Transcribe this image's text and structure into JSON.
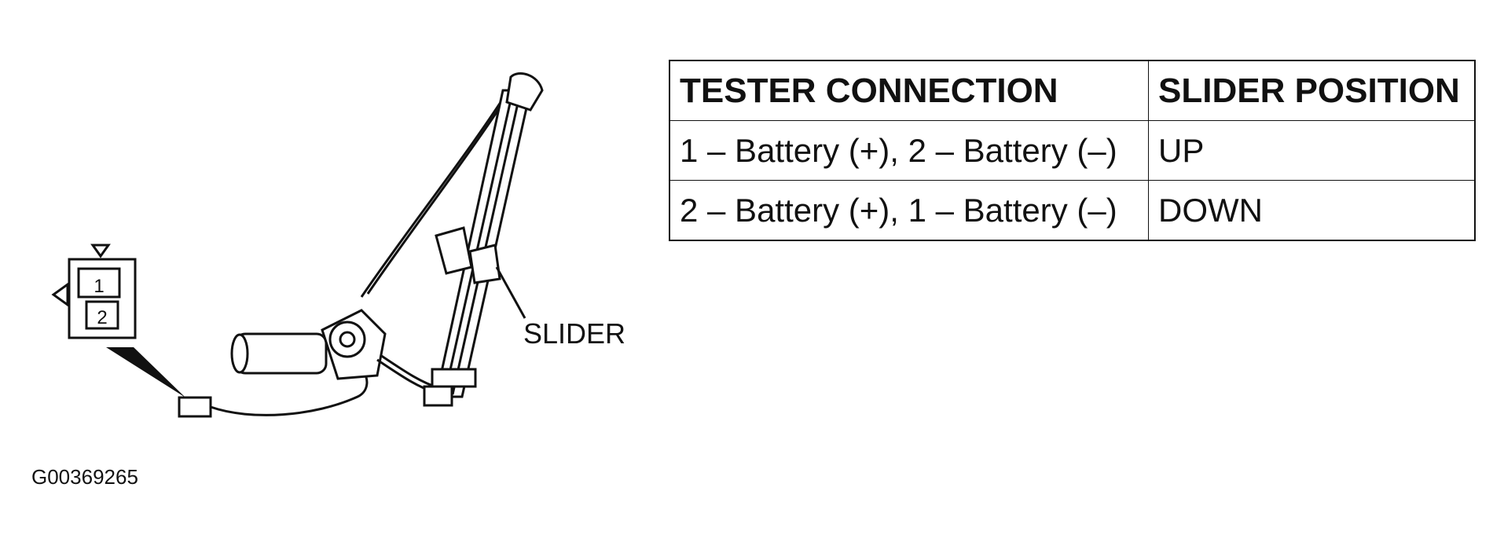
{
  "table": {
    "headers": [
      "TESTER CONNECTION",
      "SLIDER POSITION"
    ],
    "rows": [
      [
        "1 – Battery (+), 2 – Battery (–)",
        "UP"
      ],
      [
        "2 – Battery (+), 1 – Battery (–)",
        "DOWN"
      ]
    ]
  },
  "diagram": {
    "connector_pins": [
      "1",
      "2"
    ],
    "slider_label": "SLIDER",
    "figure_id": "G00369265"
  }
}
